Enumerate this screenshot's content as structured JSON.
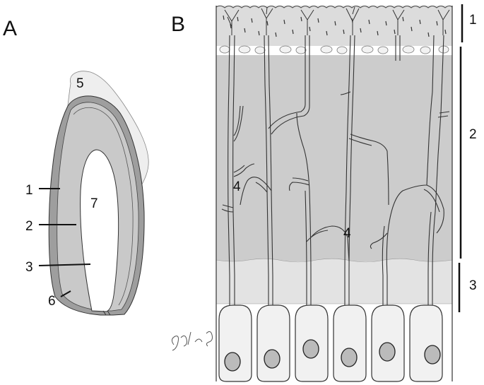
{
  "panel_a": {
    "letter": "A",
    "labels": {
      "one": "1",
      "two": "2",
      "three": "3",
      "five": "5",
      "six": "6",
      "seven": "7"
    }
  },
  "panel_b": {
    "letter": "B",
    "brackets": {
      "one": "1",
      "two": "2",
      "three": "3"
    },
    "labels": {
      "branch_left": "4",
      "branch_center": "4"
    },
    "signature": "Jeo/. Sdey"
  },
  "colors": {
    "tooth_fill": "#c9c9c9",
    "enamel_fill": "#9e9e9e",
    "cap_fill": "#eeeeee",
    "pulp_fill": "#ffffff",
    "dentin_fill": "#cccccc",
    "predentin_fill": "#e3e3e3",
    "cell_fill": "#f1f1f1",
    "stroke": "#333333"
  },
  "icons": {
    "signature": "artist-signature"
  }
}
